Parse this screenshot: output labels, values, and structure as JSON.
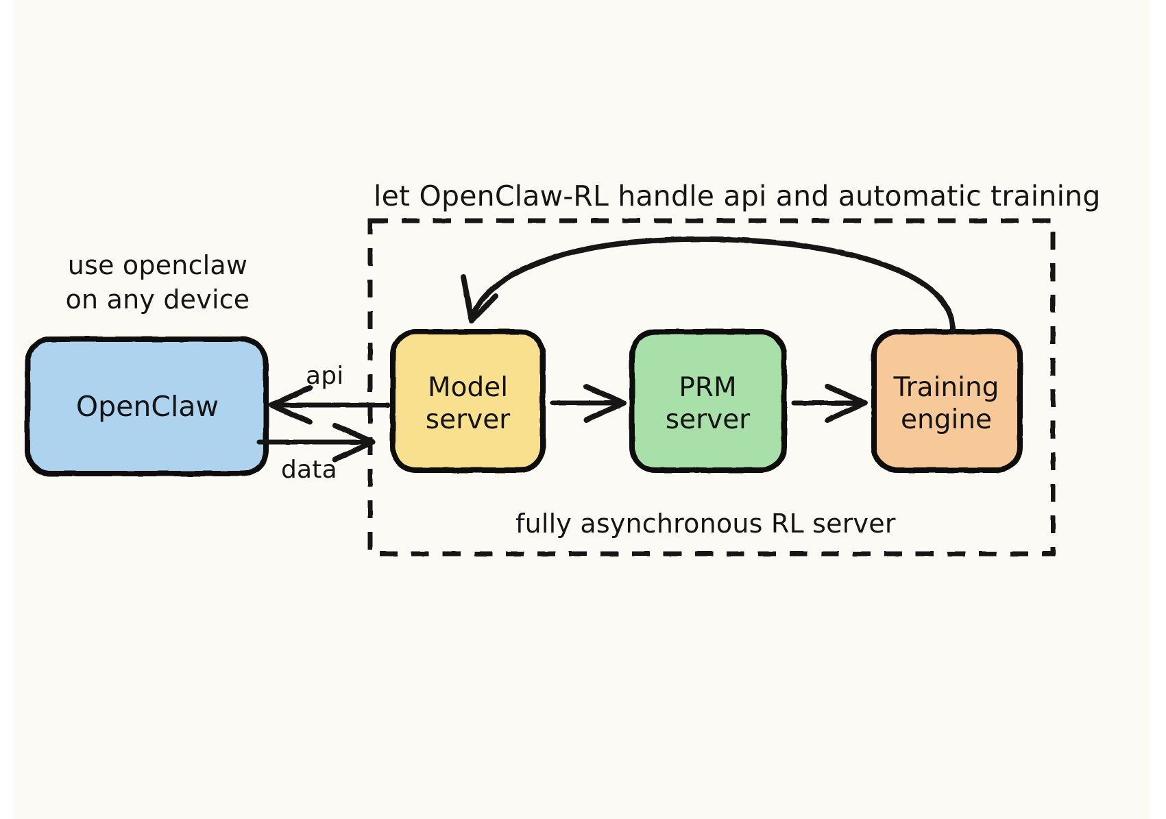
{
  "diagram": {
    "title": "let OpenClaw-RL handle api and automatic training",
    "left_caption": "use openclaw\non any device",
    "bottom_caption": "fully asynchronous RL server",
    "background_color": "#fbfaf5",
    "stroke_color": "#151515"
  },
  "nodes": {
    "openclaw": {
      "label": "OpenClaw",
      "color": "#aed3ee"
    },
    "model_server": {
      "label": "Model\nserver",
      "color": "#f8e08e"
    },
    "prm_server": {
      "label": "PRM\nserver",
      "color": "#a9dfa8"
    },
    "training_engine": {
      "label": "Training\nengine",
      "color": "#f7c999"
    }
  },
  "edges": {
    "api": {
      "label": "api",
      "direction": "left",
      "from": "model_server",
      "to": "openclaw"
    },
    "data": {
      "label": "data",
      "direction": "right",
      "from": "openclaw",
      "to": "model_server"
    },
    "model_to_prm": {
      "label": "",
      "direction": "right",
      "from": "model_server",
      "to": "prm_server"
    },
    "prm_to_training": {
      "label": "",
      "direction": "right",
      "from": "prm_server",
      "to": "training_engine"
    },
    "training_to_model": {
      "label": "",
      "direction": "curved-left",
      "from": "training_engine",
      "to": "model_server"
    }
  },
  "container": {
    "name": "rl-server-boundary",
    "style": "dashed"
  }
}
